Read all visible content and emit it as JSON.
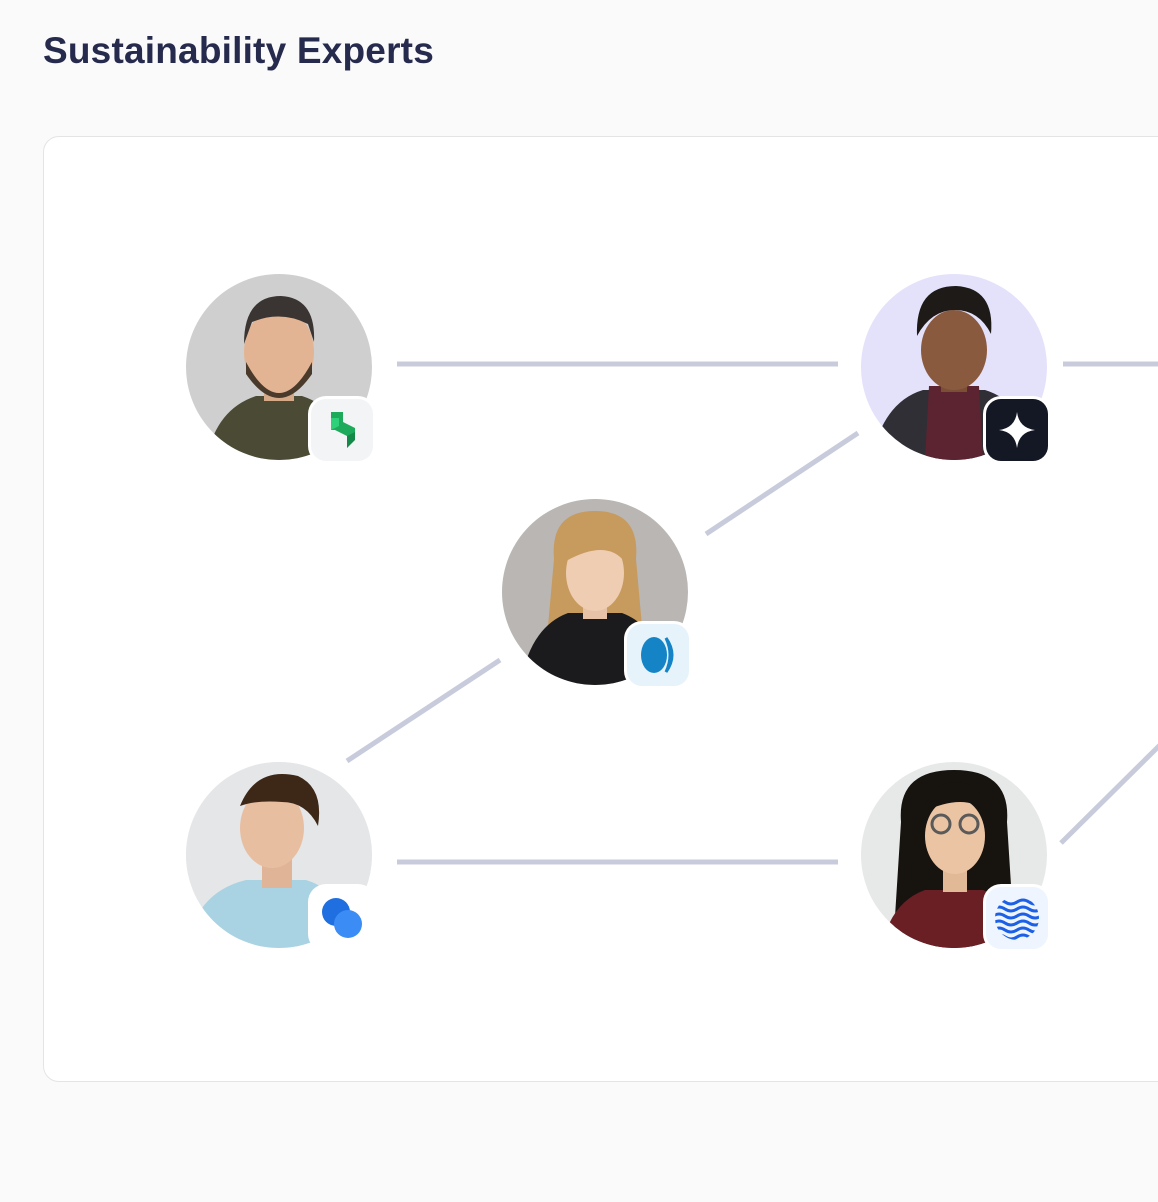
{
  "page": {
    "title": "Sustainability Experts"
  },
  "experts": [
    {
      "id": "expert-1",
      "badge_icon": "green-bolt-logo-icon",
      "avatar_bg": "#cfcfcf"
    },
    {
      "id": "expert-2",
      "badge_icon": "sparkle-star-logo-icon",
      "avatar_bg": "#e4e1fb"
    },
    {
      "id": "expert-3",
      "badge_icon": "split-circle-logo-icon",
      "avatar_bg": "#b9b6b3"
    },
    {
      "id": "expert-4",
      "badge_icon": "overlapping-circles-logo-icon",
      "avatar_bg": "#dcdfe1"
    },
    {
      "id": "expert-5",
      "badge_icon": "waves-logo-icon",
      "avatar_bg": "#e7e8e8"
    }
  ],
  "colors": {
    "title": "#262a4d",
    "connector": "#c8cbdb",
    "card_border": "#e4e4e7",
    "background": "#fafafa"
  }
}
